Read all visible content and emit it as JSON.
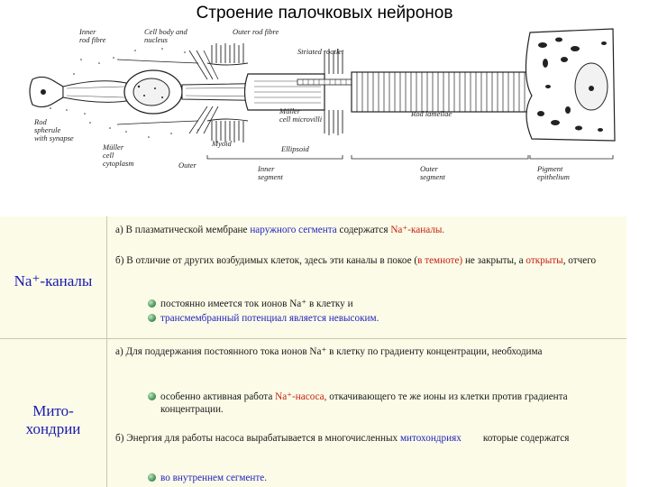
{
  "title": "Строение палочковых нейронов",
  "diagram": {
    "labels": {
      "inner_rod_fibre": [
        "Inner",
        "rod fibre"
      ],
      "cell_body": [
        "Cell body and",
        "nucleus"
      ],
      "outer_rod_fibre": "Outer rod fibre",
      "striated_rootlet": "Striated rootlet",
      "rod_spherule": [
        "Rod",
        "spherule",
        "with synapse"
      ],
      "muller_cytoplasm": [
        "Müller",
        "cell",
        "cytoplasm"
      ],
      "muller_microvilli": [
        "Müller",
        "cell microvilli"
      ],
      "myoid": "Myoid",
      "ellipsoid": "Ellipsoid",
      "outer": "Outer",
      "inner_segment": [
        "Inner",
        "segment"
      ],
      "outer_segment": [
        "Outer",
        "segment"
      ],
      "rod_lamellae": "Rod lamellae",
      "pigment_epithelium": [
        "Pigment",
        "epithelium"
      ]
    }
  },
  "rows": [
    {
      "label": "Na⁺-каналы",
      "a_pre": "а) В плазматической мембране ",
      "a_link": "наружного сегмента",
      "a_mid": " содержатся ",
      "a_red": "Na⁺-каналы.",
      "b_pre": "б) В отличие от других возбудимых клеток, здесь эти каналы в покое (",
      "b_red1": "в темноте)",
      "b_mid": " не закрыты, а ",
      "b_red2": "открыты",
      "b_post": ", отчего",
      "bullets": [
        {
          "text": "постоянно имеется ток ионов Na⁺ в клетку и"
        },
        {
          "text": "трансмембранный потенциал является невысоким."
        }
      ]
    },
    {
      "label": "Мито-хондрии",
      "label_line1": "Мито-",
      "label_line2": "хондрии",
      "a": "а) Для поддержания постоянного тока ионов Na⁺ в клетку по градиенту концентрации, необходима",
      "bullet_pre": "особенно активная работа ",
      "bullet_red": "Na⁺-насоса,",
      "bullet_post": " откачивающего те же ионы из клетки против градиента концентрации.",
      "b_pre": "б) Энергия для работы насоса вырабатывается в многочисленных ",
      "b_link": "митохондриях",
      "b_post": "которые содержатся",
      "last_bullet": "во внутреннем сегменте."
    }
  ]
}
